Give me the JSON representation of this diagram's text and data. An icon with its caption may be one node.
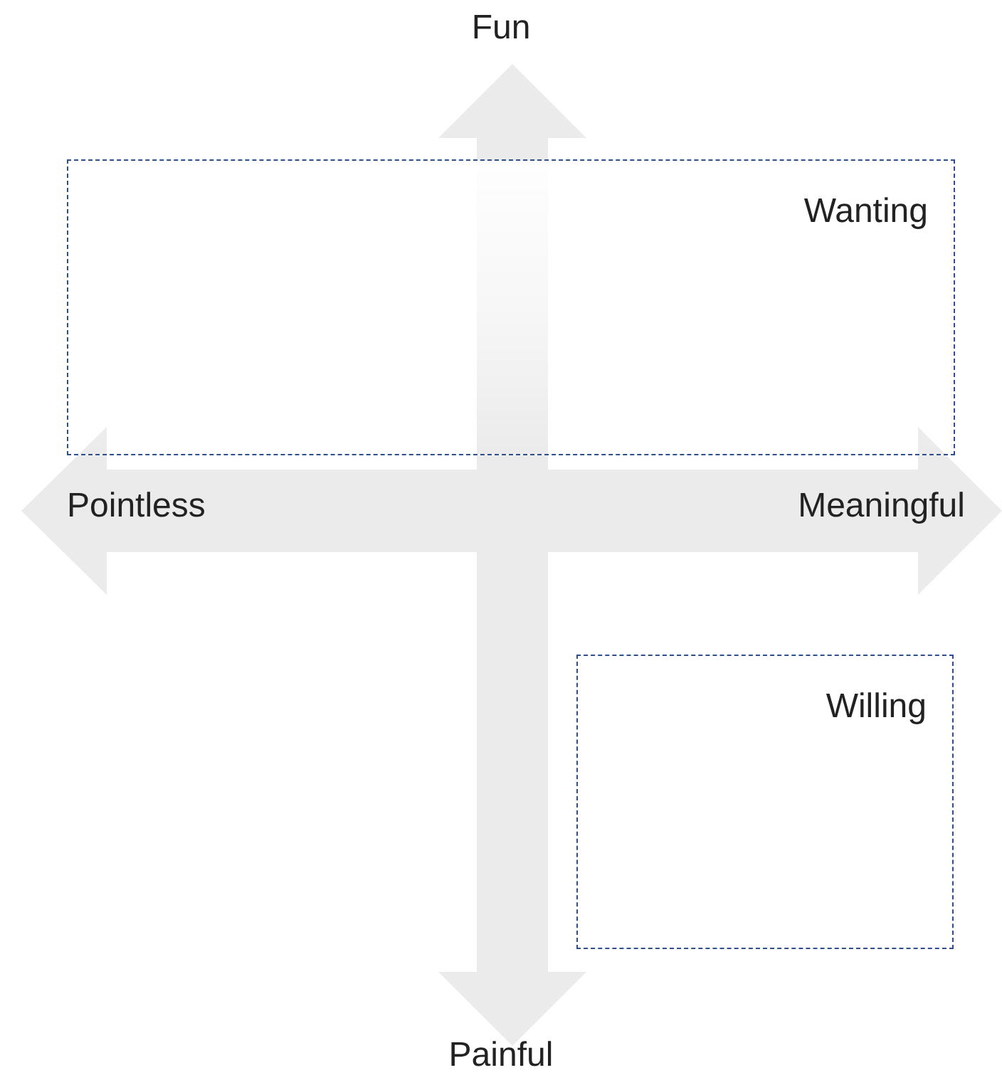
{
  "diagram": {
    "nodes": [
      {
        "text": [
          "Wanting"
        ]
      },
      {
        "text": [
          "Willing"
        ]
      }
    ],
    "labels": [
      "Fun",
      "Pointless",
      "Meaningful",
      "Painful"
    ]
  }
}
